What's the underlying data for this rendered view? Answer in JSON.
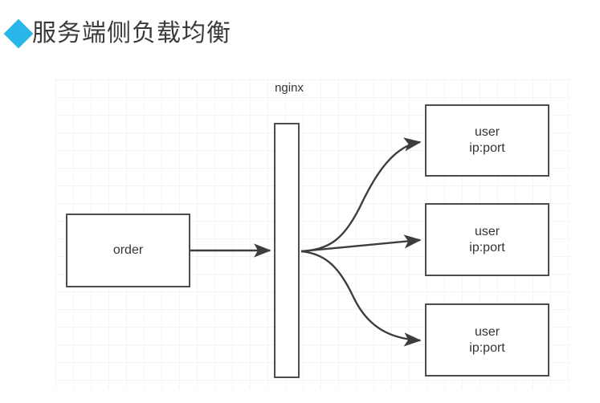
{
  "title": {
    "bullet_icon": "diamond-bullet-icon",
    "text": "服务端侧负载均衡",
    "bullet_color": "#29b6e8",
    "text_color": "#3a3a3a"
  },
  "diagram": {
    "type": "flow-diagram",
    "background": "grid-canvas",
    "grid_color": "#ececec",
    "edge_color": "#3d3d3d",
    "node_border_color": "#4d4d4d",
    "labels": {
      "nginx": "nginx"
    },
    "nodes": [
      {
        "id": "order",
        "name": "order-node",
        "line1": "order",
        "line2": ""
      },
      {
        "id": "nginx",
        "name": "nginx-bar-node",
        "line1": "",
        "line2": ""
      },
      {
        "id": "user1",
        "name": "user-node-1",
        "line1": "user",
        "line2": "ip:port"
      },
      {
        "id": "user2",
        "name": "user-node-2",
        "line1": "user",
        "line2": "ip:port"
      },
      {
        "id": "user3",
        "name": "user-node-3",
        "line1": "user",
        "line2": "ip:port"
      }
    ],
    "edges": [
      {
        "id": "order-to-nginx",
        "from": "order",
        "to": "nginx",
        "style": "straight"
      },
      {
        "id": "nginx-to-user1",
        "from": "nginx",
        "to": "user1",
        "style": "curved-up"
      },
      {
        "id": "nginx-to-user2",
        "from": "nginx",
        "to": "user2",
        "style": "straight"
      },
      {
        "id": "nginx-to-user3",
        "from": "nginx",
        "to": "user3",
        "style": "curved-down"
      }
    ]
  }
}
